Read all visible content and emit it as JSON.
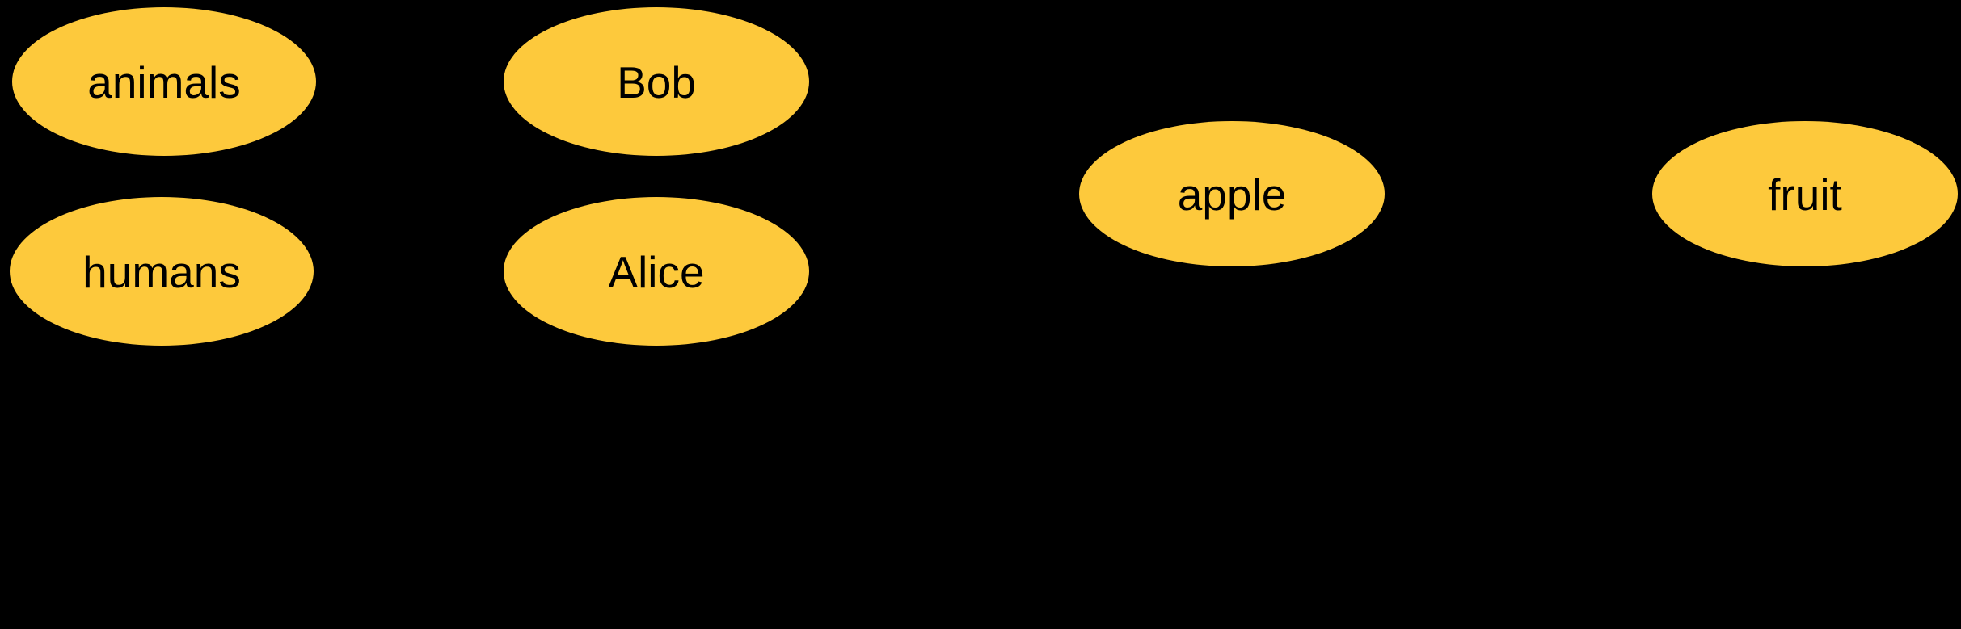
{
  "diagram": {
    "background_color": "#000000",
    "node_fill_color": "#FDC93C",
    "node_text_color": "#000000"
  },
  "nodes": [
    {
      "id": "animals",
      "label": "animals"
    },
    {
      "id": "bob",
      "label": "Bob"
    },
    {
      "id": "humans",
      "label": "humans"
    },
    {
      "id": "alice",
      "label": "Alice"
    },
    {
      "id": "apple",
      "label": "apple"
    },
    {
      "id": "fruit",
      "label": "fruit"
    }
  ]
}
